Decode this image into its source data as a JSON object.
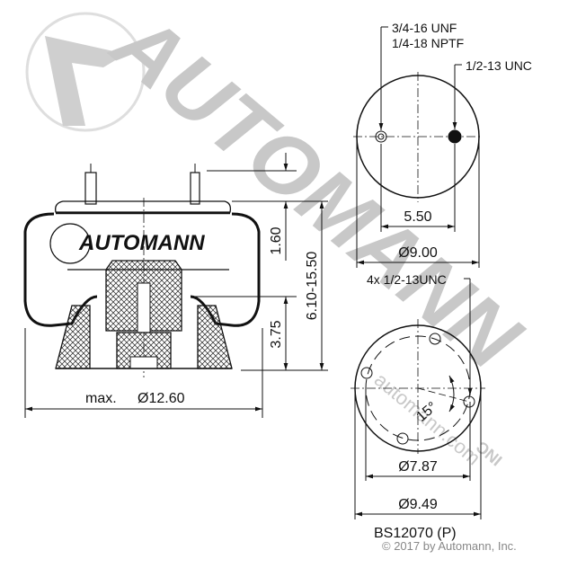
{
  "drawing": {
    "part_number": "BS12070 (P)",
    "copyright": "© 2017 by Automann, Inc.",
    "brand_logo": "AUTOMANN",
    "watermark": {
      "large_text": "AUTOMANN",
      "small_text": "automann.com",
      "suffix": "INC"
    }
  },
  "side_view": {
    "max_diameter_label": "max.",
    "max_diameter_value": "Ø12.60",
    "dim_top_to_plate": "1.60",
    "dim_height_range": "6.10-15.50",
    "dim_piston_height": "3.75"
  },
  "top_view": {
    "callout_1_line1": "3/4-16 UNF",
    "callout_1_line2": "1/4-18 NPTF",
    "callout_2": "1/2-13 UNC",
    "stud_spacing": "5.50",
    "plate_diameter": "Ø9.00"
  },
  "bottom_view": {
    "callout": "4x 1/2-13UNC",
    "angle": "15°",
    "bolt_circle_diameter": "Ø7.87",
    "piston_diameter": "Ø9.49"
  },
  "colors": {
    "line": "#111111",
    "watermark": "#cfcfcf",
    "copyright": "#888888"
  }
}
